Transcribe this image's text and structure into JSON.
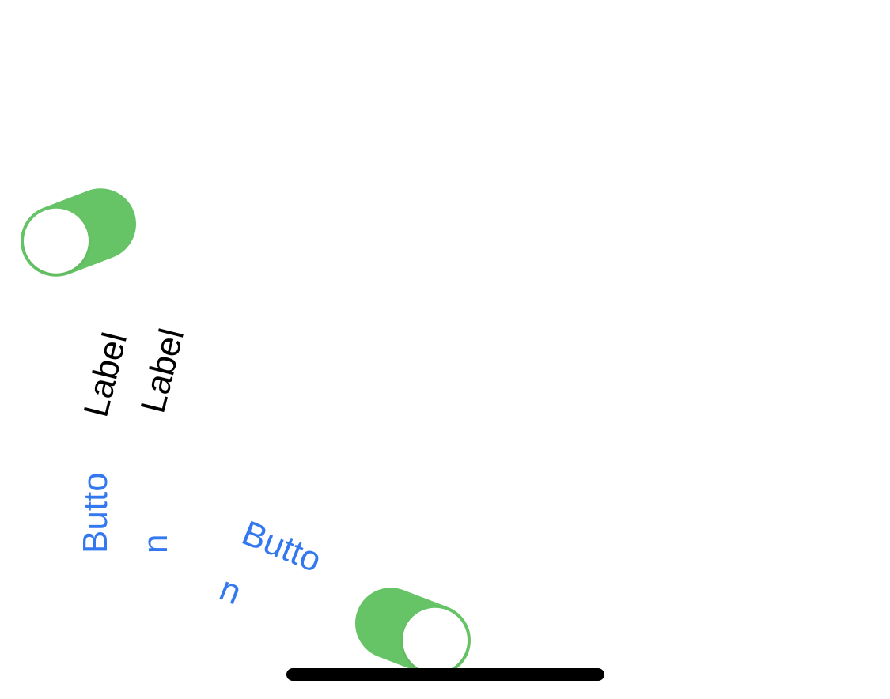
{
  "colors": {
    "background": "#ffffff",
    "switch_on": "#66c466",
    "switch_knob": "#ffffff",
    "label_text": "#000000",
    "button_text": "#3478f0",
    "home_indicator": "#000000"
  },
  "switches": [
    {
      "state": "on"
    },
    {
      "state": "on"
    }
  ],
  "labels": [
    {
      "text": "Label"
    },
    {
      "text": "Label"
    }
  ],
  "buttons": [
    {
      "label": "Button"
    },
    {
      "label": "Button"
    }
  ]
}
